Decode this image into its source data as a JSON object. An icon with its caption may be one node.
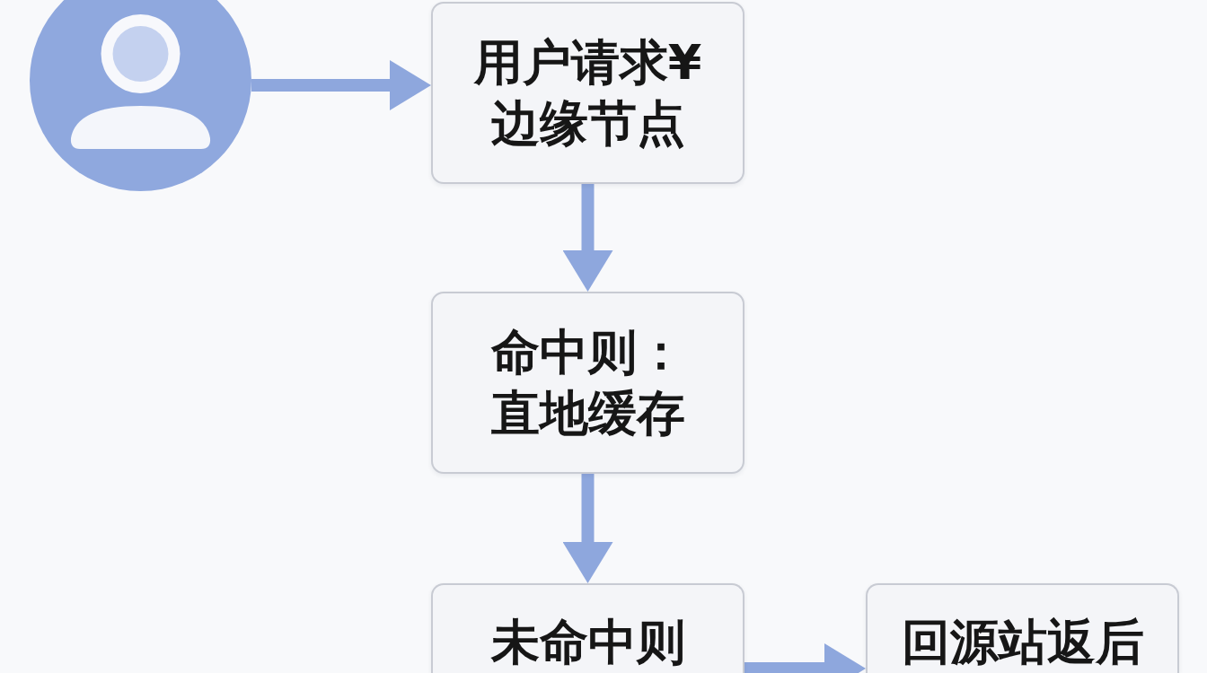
{
  "diagram": {
    "nodes": [
      {
        "text": [],
        "shape": "person"
      },
      {
        "text": [
          "用户请求¥边缘节点"
        ]
      },
      {
        "text": [
          "命中则：直地缓存"
        ]
      },
      {
        "text": [
          "未命中则"
        ]
      },
      {
        "text": [
          "回源站返后"
        ]
      }
    ],
    "edges": [
      {
        "from": 0,
        "to": 1,
        "arrow": "to"
      },
      {
        "from": 1,
        "to": 2,
        "arrow": "to"
      },
      {
        "from": 2,
        "to": 3,
        "arrow": "to"
      },
      {
        "from": 3,
        "to": 4,
        "arrow": "to"
      }
    ]
  }
}
